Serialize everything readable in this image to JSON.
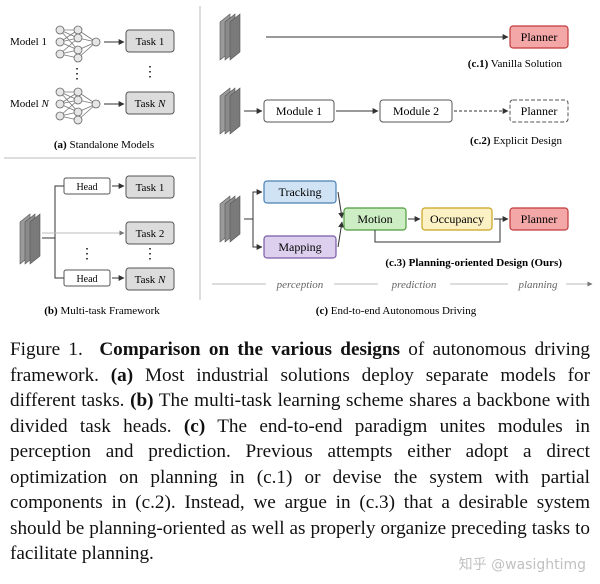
{
  "panel_a": {
    "model_1": "Model 1",
    "model_n_prefix": "Model ",
    "model_n_var": "N",
    "task_1": "Task 1",
    "task_n_prefix": "Task ",
    "task_n_var": "N",
    "dots": "⋮",
    "caption_tag": "(a)",
    "caption_text": " Standalone Models"
  },
  "panel_b": {
    "head": "Head",
    "task_1": "Task 1",
    "task_2": "Task 2",
    "task_n_prefix": "Task ",
    "task_n_var": "N",
    "dots": "⋮",
    "caption_tag": "(b)",
    "caption_text": " Multi-task Framework"
  },
  "panel_c": {
    "planner": "Planner",
    "module_1": "Module 1",
    "module_2": "Module 2",
    "tracking": "Tracking",
    "mapping": "Mapping",
    "motion": "Motion",
    "occupancy": "Occupancy",
    "c1_tag": "(c.1)",
    "c1_text": " Vanilla Solution",
    "c2_tag": "(c.2)",
    "c2_text": " Explicit Design",
    "c3_text": "(c.3) Planning-oriented Design (Ours)",
    "stage_perception": "perception",
    "stage_prediction": "prediction",
    "stage_planning": "planning",
    "caption_tag": "(c)",
    "caption_text": " End-to-end Autonomous Driving"
  },
  "colors": {
    "planner_fill": "#f4a7a7",
    "planner_stroke": "#c23b3b",
    "tracking_fill": "#cfe3f5",
    "tracking_stroke": "#4a7fb5",
    "mapping_fill": "#ddd0ef",
    "mapping_stroke": "#7b5aa6",
    "motion_fill": "#cdeec4",
    "motion_stroke": "#4f9a3f",
    "occupancy_fill": "#fbf1c4",
    "occupancy_stroke": "#c9a21f",
    "task_fill": "#dcdcdc"
  },
  "caption": {
    "figure_label": "Figure 1.",
    "title": "Comparison on the various designs",
    "s1": " of autonomous driving framework. ",
    "a_tag": "(a)",
    "s2": " Most industrial solutions deploy separate models for different tasks. ",
    "b_tag": "(b)",
    "s3": " The multi-task learning scheme shares a backbone with divided task heads. ",
    "c_tag": "(c)",
    "s4": " The end-to-end paradigm unites modules in perception and prediction. Previous attempts either adopt a direct optimization on planning in (c.1) or devise the system with partial components in (c.2). Instead, we argue in (c.3) that a desirable system should be planning-oriented as well as properly organize preceding tasks to facilitate planning."
  },
  "watermark": "知乎 @wasightimg"
}
